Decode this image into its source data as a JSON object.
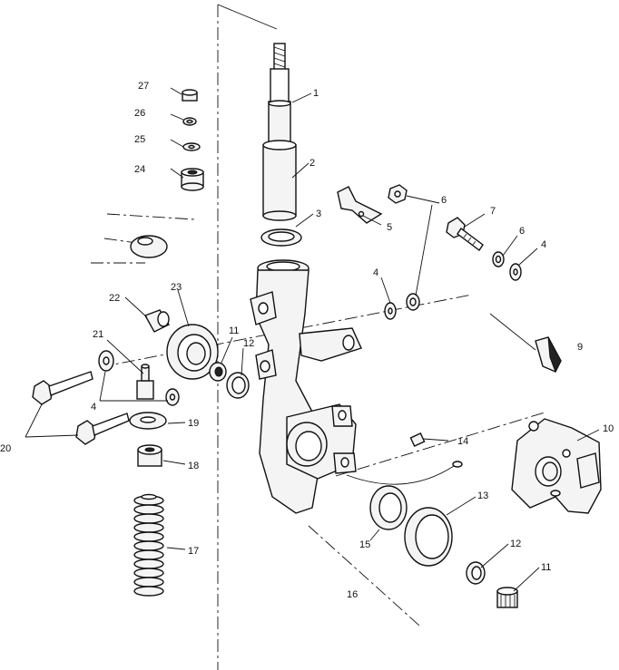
{
  "diagram": {
    "callouts": [
      {
        "id": "c1",
        "label": "1"
      },
      {
        "id": "c2",
        "label": "2"
      },
      {
        "id": "c3",
        "label": "3"
      },
      {
        "id": "c4a",
        "label": "4"
      },
      {
        "id": "c4b",
        "label": "4"
      },
      {
        "id": "c4c",
        "label": "4"
      },
      {
        "id": "c5",
        "label": "5"
      },
      {
        "id": "c6a",
        "label": "6"
      },
      {
        "id": "c6b",
        "label": "6"
      },
      {
        "id": "c7",
        "label": "7"
      },
      {
        "id": "c9",
        "label": "9"
      },
      {
        "id": "c10",
        "label": "10"
      },
      {
        "id": "c11a",
        "label": "11"
      },
      {
        "id": "c11b",
        "label": "11"
      },
      {
        "id": "c12a",
        "label": "12"
      },
      {
        "id": "c12b",
        "label": "12"
      },
      {
        "id": "c13",
        "label": "13"
      },
      {
        "id": "c14",
        "label": "14"
      },
      {
        "id": "c15",
        "label": "15"
      },
      {
        "id": "c16",
        "label": "16"
      },
      {
        "id": "c17",
        "label": "17"
      },
      {
        "id": "c18",
        "label": "18"
      },
      {
        "id": "c19",
        "label": "19"
      },
      {
        "id": "c20",
        "label": "20"
      },
      {
        "id": "c21",
        "label": "21"
      },
      {
        "id": "c22",
        "label": "22"
      },
      {
        "id": "c23",
        "label": "23"
      },
      {
        "id": "c24",
        "label": "24"
      },
      {
        "id": "c25",
        "label": "25"
      },
      {
        "id": "c26",
        "label": "26"
      },
      {
        "id": "c27",
        "label": "27"
      }
    ]
  }
}
